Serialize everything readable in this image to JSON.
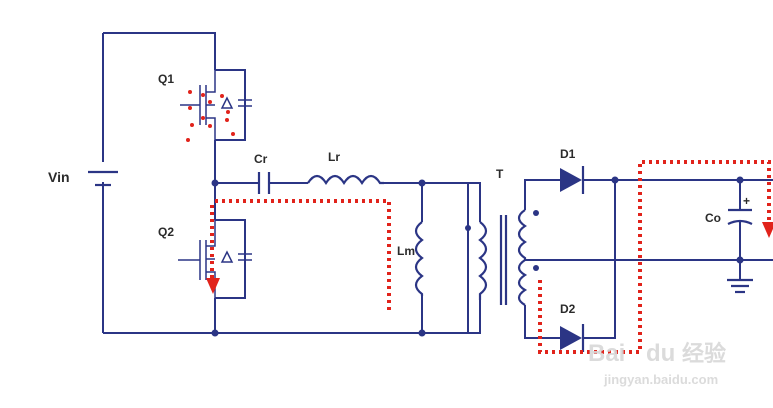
{
  "labels": {
    "vin": "Vin",
    "q1": "Q1",
    "q2": "Q2",
    "cr": "Cr",
    "lr": "Lr",
    "lm": "Lm",
    "t": "T",
    "d1": "D1",
    "d2": "D2",
    "co": "Co"
  },
  "watermark": {
    "brand": "Bai",
    "brand2": "du",
    "cn": "经验",
    "url": "jingyan.baidu.com"
  },
  "colors": {
    "wire": "#2b3585",
    "current_path": "#e1231b"
  }
}
